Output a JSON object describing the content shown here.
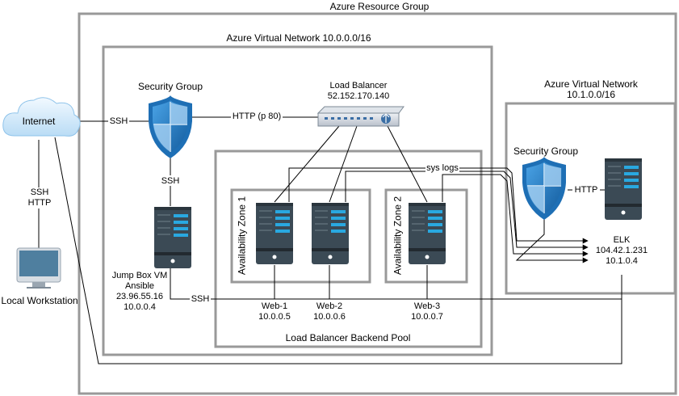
{
  "containers": {
    "resource_group": "Azure Resource Group",
    "vnet_main": "Azure Virtual Network 10.0.0.0/16",
    "vnet_elk_line1": "Azure Virtual Network",
    "vnet_elk_line2": "10.1.0.0/16",
    "backend_pool": "Load Balancer Backend Pool",
    "zone1": "Availability  Zone 1",
    "zone2": "Availability Zone 2"
  },
  "nodes": {
    "internet": "Internet",
    "local_workstation": "Local Workstation",
    "security_group_main": "Security Group",
    "security_group_elk": "Security Group",
    "load_balancer": {
      "name": "Load Balancer",
      "ip": "52.152.170.140"
    },
    "jumpbox": {
      "line1": "Jump Box VM",
      "line2": "Ansible",
      "line3": "23.96.55.16",
      "line4": "10.0.0.4"
    },
    "web1": {
      "name": "Web-1",
      "ip": "10.0.0.5"
    },
    "web2": {
      "name": "Web-2",
      "ip": "10.0.0.6"
    },
    "web3": {
      "name": "Web-3",
      "ip": "10.0.0.7"
    },
    "elk": {
      "name": "ELK",
      "ip_public": "104.42.1.231",
      "ip_private": "10.1.0.4"
    }
  },
  "edges": {
    "internet_ssh": "SSH",
    "sg_http": "HTTP (p 80)",
    "sg_jump_ssh": "SSH",
    "ws_line1": "SSH",
    "ws_line2": "HTTP",
    "jump_ssh": "SSH",
    "sys_logs": "sys logs",
    "elk_http": "HTTP"
  },
  "colors": {
    "container_border": "#999999",
    "server_body": "#3b4a55",
    "server_accent": "#29a8e0",
    "shield_outer": "#1e6fb5",
    "cloud_fill": "#d8ecfa",
    "monitor": "#4f7f9f"
  }
}
